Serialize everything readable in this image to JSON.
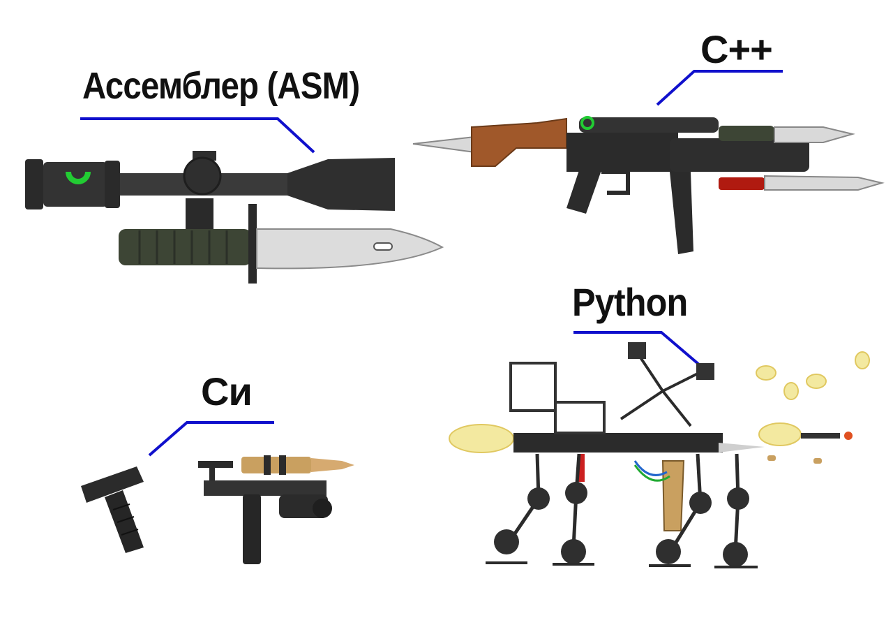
{
  "labels": {
    "asm": "Ассемблер (ASM)",
    "cpp": "C++",
    "python": "Python",
    "c": "Си"
  },
  "colors": {
    "background": "#ffffff",
    "leader_line": "#1010cc",
    "text": "#111111",
    "scope_green": "#22cc33",
    "wood": "#a0582a",
    "blade": "#d9d9d9",
    "metal_dark": "#2b2b2b",
    "grip_olive": "#3d4535",
    "brass": "#c9a060",
    "muzzle_flash": "#f3e9a0"
  },
  "icons": [
    "sniper-scope-icon",
    "bayonet-icon",
    "rifle-icon",
    "foregrip-icon",
    "handgun-frame-icon",
    "robot-gun-icon"
  ]
}
